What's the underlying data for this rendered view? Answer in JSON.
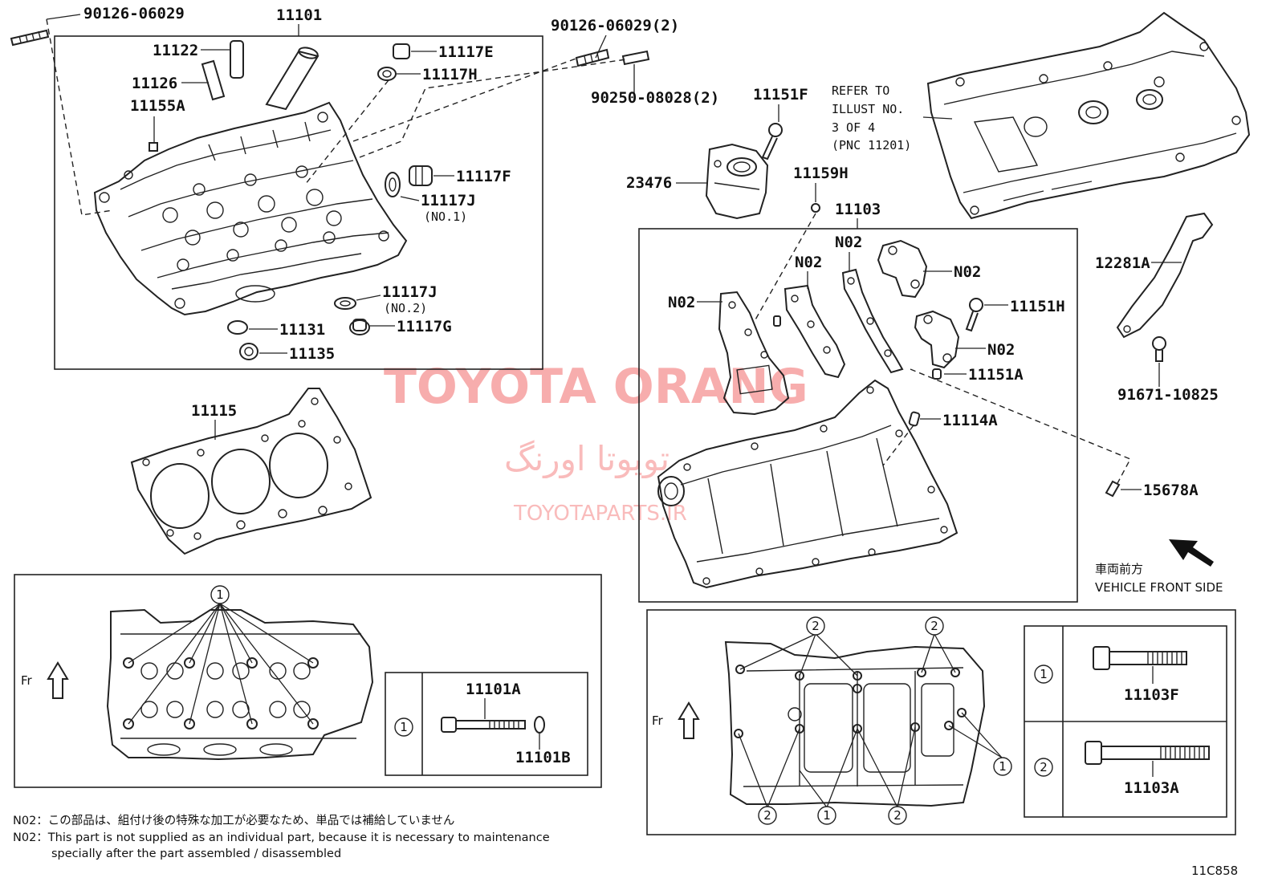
{
  "diagram_id": "11C858",
  "watermark": {
    "latin": "TOYOTA ORANG",
    "persian": "تویوتا اورنگ",
    "site": "TOYOTAPARTS.IR"
  },
  "labels": {
    "p90126_06029": "90126-06029",
    "p11101": "11101",
    "p11122": "11122",
    "p11126": "11126",
    "p11155A": "11155A",
    "p11117E": "11117E",
    "p11117H": "11117H",
    "p11117F": "11117F",
    "p11117J1": "11117J",
    "p11117J1_sub": "(NO.1)",
    "p11117J2": "11117J",
    "p11117J2_sub": "(NO.2)",
    "p11117G": "11117G",
    "p11131": "11131",
    "p11135": "11135",
    "p90126_06029_2": "90126-06029(2)",
    "p90250_08028_2": "90250-08028(2)",
    "p11151F": "11151F",
    "p23476": "23476",
    "p11159H": "11159H",
    "p11103": "11103",
    "n02_a": "N02",
    "n02_b": "N02",
    "n02_c": "N02",
    "n02_d": "N02",
    "n02_e": "N02",
    "p11151H": "11151H",
    "p11151A": "11151A",
    "p11114A": "11114A",
    "p12281A": "12281A",
    "p91671_10825": "91671-10825",
    "p15678A": "15678A",
    "p11115": "11115",
    "p11101A": "11101A",
    "p11101B": "11101B",
    "p11103F": "11103F",
    "p11103A": "11103A"
  },
  "refer": {
    "line1": "REFER TO",
    "line2": "ILLUST NO.",
    "line3": "3 OF 4",
    "line4": "(PNC 11201)"
  },
  "front": {
    "jp": "車両前方",
    "en": "VEHICLE FRONT SIDE",
    "fr_left": "Fr",
    "fr_right": "Fr"
  },
  "callouts": {
    "one": "1",
    "two": "2"
  },
  "notes": {
    "jp": "N02：この部品は、組付け後の特殊な加工が必要なため、単品では補給していません",
    "en1": "N02：This part is not supplied as an individual part, because it is necessary to maintenance",
    "en2": "specially after the part assembled / disassembled"
  }
}
